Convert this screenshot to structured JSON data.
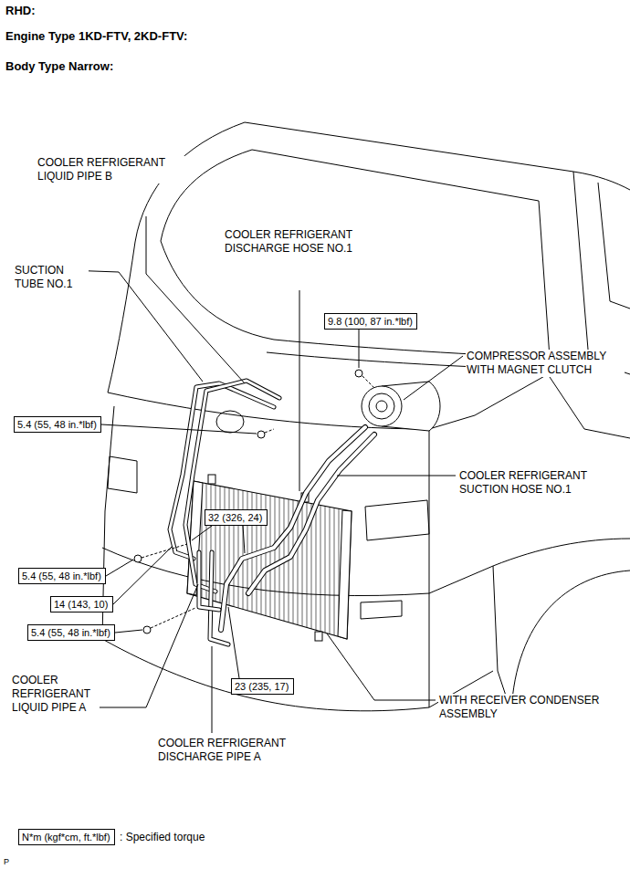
{
  "diagram": {
    "nodes": [
      {
        "text": [
          "9.8 (100, 87 in.*lbf)"
        ]
      },
      {
        "text": [
          "5.4 (55, 48 in.*lbf)"
        ]
      },
      {
        "text": [
          "32 (326, 24)"
        ]
      },
      {
        "text": [
          "5.4 (55, 48 in.*lbf)"
        ]
      },
      {
        "text": [
          "14 (143, 10)"
        ]
      },
      {
        "text": [
          "5.4 (55, 48 in.*lbf)"
        ]
      },
      {
        "text": [
          "23 (235, 17)"
        ]
      },
      {
        "text": [
          "N*m (kgf*cm, ft.*lbf)"
        ]
      }
    ],
    "labels": [
      "RHD:",
      "Engine Type 1KD-FTV, 2KD-FTV:",
      "Body Type Narrow:",
      "COOLER REFRIGERANT LIQUID PIPE B",
      "COOLER REFRIGERANT DISCHARGE HOSE NO.1",
      "SUCTION TUBE NO.1",
      "COMPRESSOR ASSEMBLY WITH MAGNET CLUTCH",
      "COOLER REFRIGERANT SUCTION HOSE NO.1",
      "COOLER REFRIGERANT LIQUID PIPE A",
      "WITH RECEIVER CONDENSER ASSEMBLY",
      "COOLER REFRIGERANT DISCHARGE PIPE A",
      ": Specified torque",
      "P"
    ]
  }
}
